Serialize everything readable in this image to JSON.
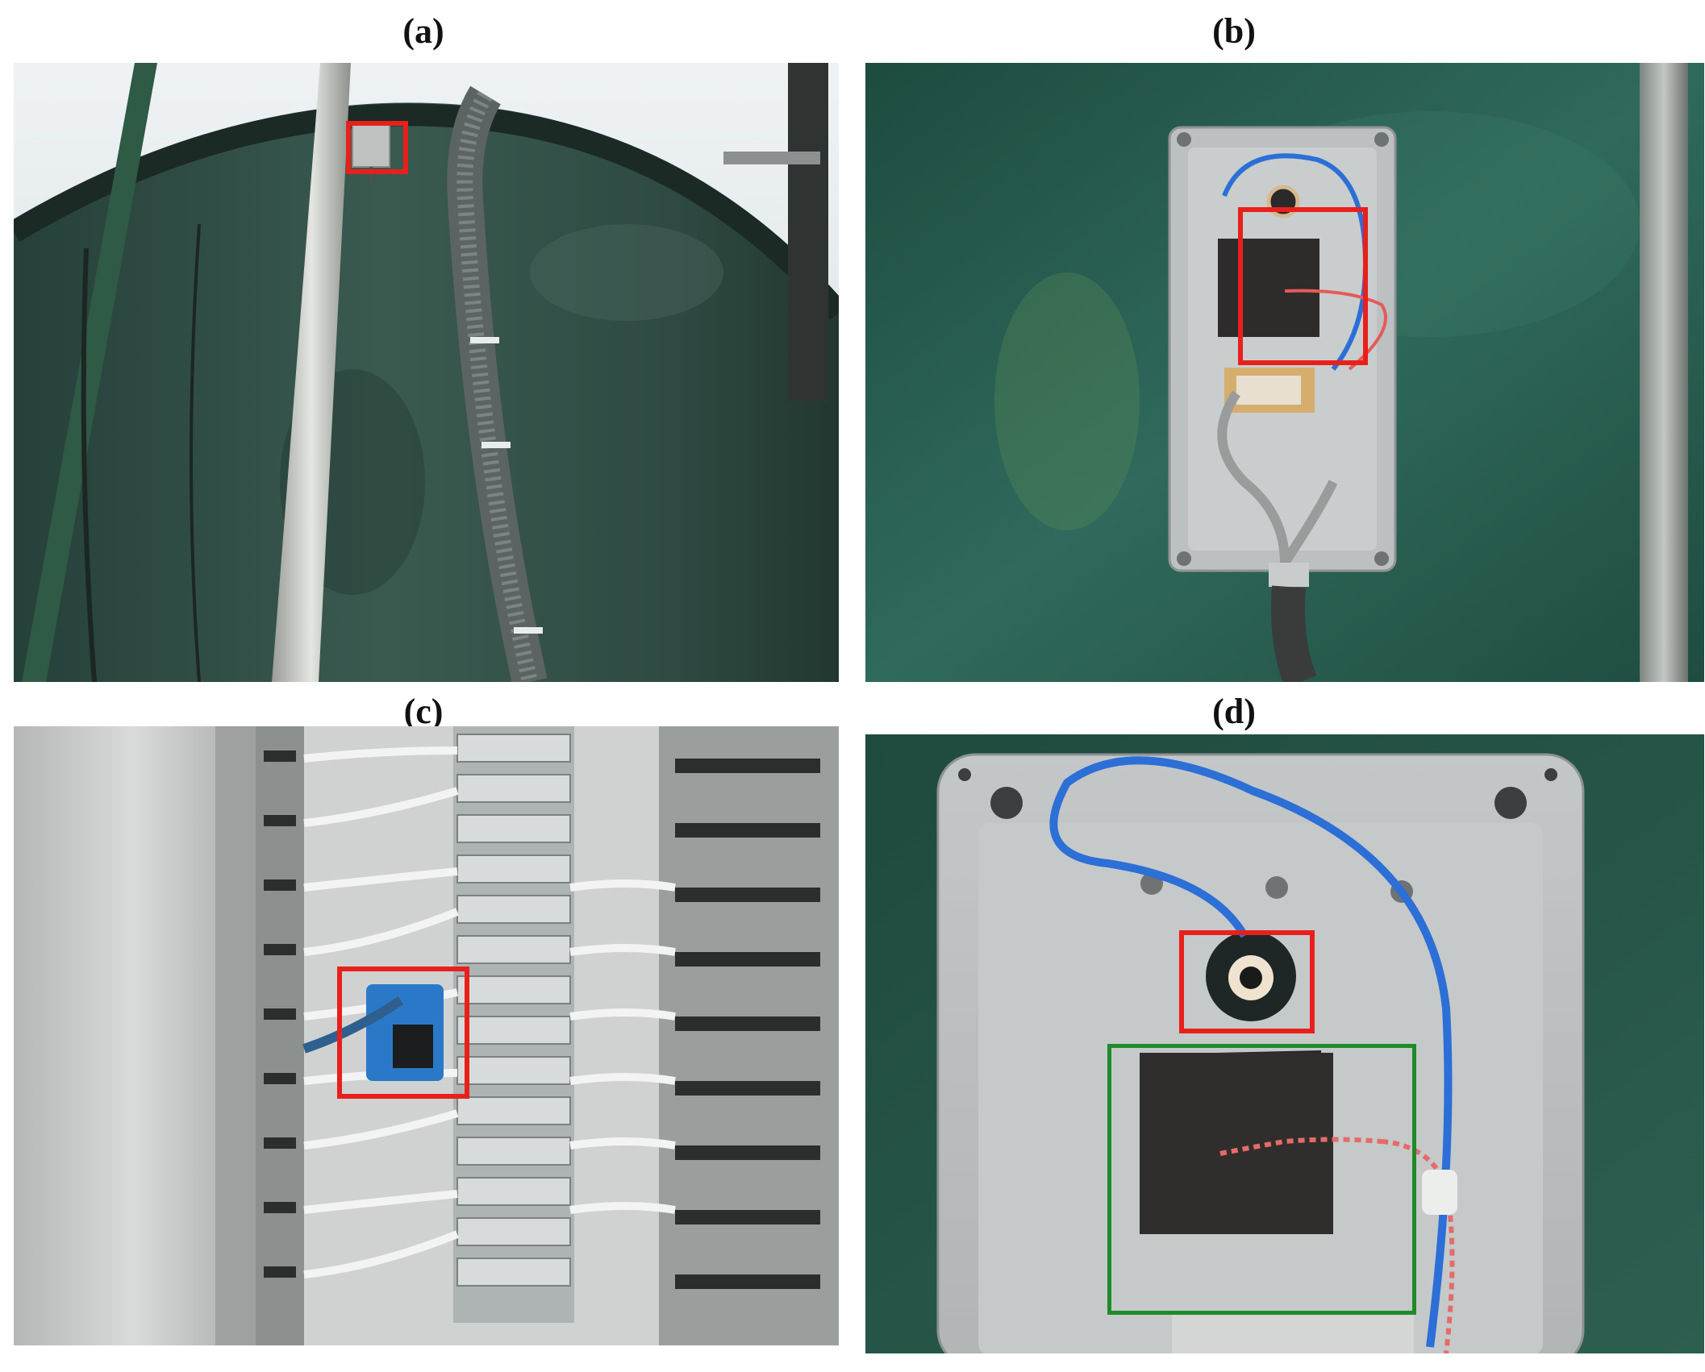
{
  "panels": [
    {
      "label": "(a)"
    },
    {
      "label": "(b)"
    },
    {
      "label": "(c)"
    },
    {
      "label": "(d)"
    }
  ],
  "colors": {
    "highlight_red": "#e8201c",
    "highlight_green": "#1f8a2a",
    "tank_green": "#2e4d42",
    "enclosure_grey": "#b9bdbf",
    "cable_blue": "#2c6fd6",
    "foam_black": "#2a2928"
  }
}
